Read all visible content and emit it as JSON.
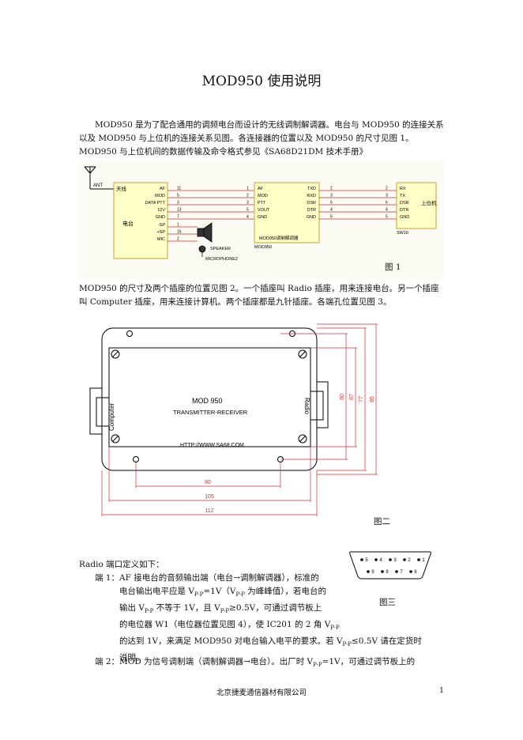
{
  "title": "MOD950 使用说明",
  "intro": "MOD950 是为了配合通用的调频电台而设计的无线调制解调器。电台与 MOD950 的连接关系以及 MOD950 与上位机的连接关系见图。各连接器的位置以及 MOD950 的尺寸见图 1。MOD950 与上位机间的数据传输及命令格式参见《SA68D21DM 技术手册》",
  "fig1": {
    "caption": "图 1",
    "ant": "ANT",
    "radio_top": "天线",
    "radio_name": "电台",
    "radio_pins": [
      {
        "label": "AF",
        "num": "11"
      },
      {
        "label": "MOD",
        "num": "5"
      },
      {
        "label": "DATA PTT",
        "num": "3"
      },
      {
        "label": "12V",
        "num": "13"
      },
      {
        "label": "GND",
        "num": "7"
      },
      {
        "label": "-SP",
        "num": "1"
      },
      {
        "label": "+SP",
        "num": "16"
      },
      {
        "label": "MIC",
        "num": "2"
      }
    ],
    "mod_left": [
      {
        "label": "AF",
        "num": "1"
      },
      {
        "label": "MOD",
        "num": "2"
      },
      {
        "label": "PTT",
        "num": "3"
      },
      {
        "label": "VOUT",
        "num": "5"
      },
      {
        "label": "GND",
        "num": "4"
      }
    ],
    "mod_right": [
      {
        "label": "TXD",
        "num": "2"
      },
      {
        "label": "RXD",
        "num": "3"
      },
      {
        "label": "DSR",
        "num": "6"
      },
      {
        "label": "DTR",
        "num": "4"
      },
      {
        "label": "GND",
        "num": "5"
      }
    ],
    "mod_name": "MOD950调制解调器",
    "mod_under": "MOD950",
    "host_pins": [
      {
        "label": "RX",
        "num": "2"
      },
      {
        "label": "TX",
        "num": "3"
      },
      {
        "label": "DSR",
        "num": "6"
      },
      {
        "label": "DTR",
        "num": "4"
      },
      {
        "label": "GND",
        "num": "5"
      }
    ],
    "host_name": "上位机",
    "host_under": "SW16",
    "speaker": "SPEAKER",
    "microphone": "MICROPHONE2"
  },
  "para2": "MOD950 的尺寸及两个插座的位置见图 2。一个插座叫 Radio 插座，用来连接电台。另一个插座叫 Computer 插座，用来连接计算机。两个插座都是九针插座。各端孔位置见图 3。",
  "fig2": {
    "caption": "图二",
    "model": "MOD  950",
    "subtitle": "TRANSMITTER-RECEIVER",
    "url": "HTTP://WWW.SA68.COM",
    "left_label": "Computer",
    "right_label": "Radio",
    "dims_h": [
      "80",
      "105",
      "112"
    ],
    "dims_v": [
      "60",
      "67",
      "77",
      "85"
    ]
  },
  "fig3": {
    "caption": "图三",
    "top_pins": [
      "5",
      "4",
      "3",
      "2",
      "1"
    ],
    "bottom_pins": [
      "9",
      "8",
      "7",
      "6"
    ]
  },
  "ports_intro": "Radio 端口定义如下：",
  "port1": {
    "label": "端 1：",
    "lines": [
      "AF 接电台的音频输出端（电台→调制解调器），标准的",
      "电台输出电平应是 V<sub>P-P</sub>=1V（V<sub>P-P</sub> 为峰峰值），若电台的",
      "输出 V<sub>P-P</sub> 不等于 1V，且 V<sub>P-P</sub>≥0.5V，可通过调节板上",
      "的电位器 W1（电位器位置见图 4），使 IC201 的 2 角 V<sub>P-P</sub>",
      "的达到 1V，来满足 MOD950 对电台输入电平的要求。若 V<sub>P-P</sub>≤0.5V 请在定货时",
      "说明。"
    ]
  },
  "port2": {
    "label": "端 2：",
    "text": "MOD 为信号调制端（调制解调器→电台）。出厂时 V<sub>P-P</sub>=1V，可通过调节板上的"
  },
  "footer": "北京捷麦通信器材有限公司",
  "page_number": "1"
}
